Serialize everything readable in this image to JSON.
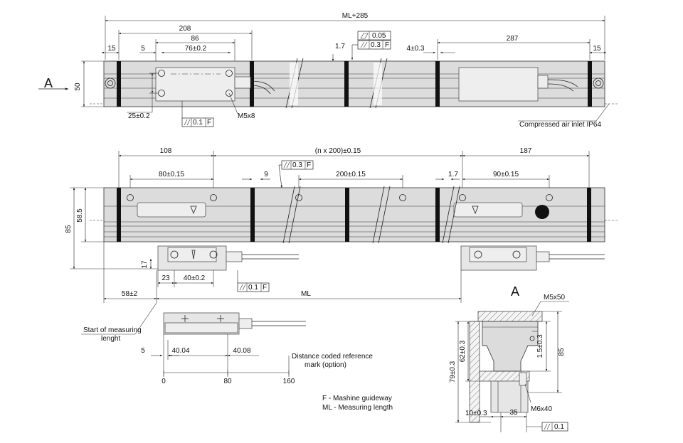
{
  "view_label": "A",
  "top_view": {
    "overall": "ML+285",
    "d208": "208",
    "d86": "86",
    "d76": "76±0.2",
    "d5": "5",
    "d15_left": "15",
    "d15_right": "15",
    "d50": "50",
    "d25": "25±0.2",
    "d1_7": "1.7",
    "d4": "4±0.3",
    "d287": "287",
    "tol_flat_value": "0.05",
    "tol_par_value": "0.3",
    "tol_par_ref": "F",
    "tol_bottom_value": "0.1",
    "tol_bottom_ref": "F",
    "screw": "M5x8",
    "air_inlet": "Compressed air inlet IP64"
  },
  "front_view": {
    "d108": "108",
    "pitch": "(n x 200)±0.15",
    "d187": "187",
    "d80": "80±0.15",
    "d9": "9",
    "tol_value": "0.3",
    "tol_ref": "F",
    "d200": "200±0.15",
    "d1_7": "1.7",
    "d90": "90±0.15",
    "d58_5": "58.5",
    "d85": "85",
    "d17": "17",
    "d23": "23",
    "d40": "40±0.2",
    "tol2_value": "0.1",
    "tol2_ref": "F",
    "d58": "58±2",
    "ml": "ML"
  },
  "reference": {
    "start_label_1": "Start of measuring",
    "start_label_2": "lenght",
    "d5": "5",
    "d40_04": "40.04",
    "d40_08": "40.08",
    "tick0": "0",
    "tick80": "80",
    "tick160": "160",
    "note_1": "Distance coded reference",
    "note_2": "mark (option)"
  },
  "legend": {
    "line1": "F - Mashine guideway",
    "line2": "ML - Measuring length"
  },
  "section": {
    "title": "A",
    "screw_top": "M5x50",
    "d79": "79±0.3",
    "d62": "62±0.3",
    "d1_5": "1.5±0.3",
    "d85": "85",
    "screw_bottom": "M6x40",
    "d10": "10±0.3",
    "d35": "35",
    "tol_value": "0.1"
  },
  "colors": {
    "body": "#dcdcdc",
    "outline": "#444444",
    "black_bars": "#111111"
  }
}
